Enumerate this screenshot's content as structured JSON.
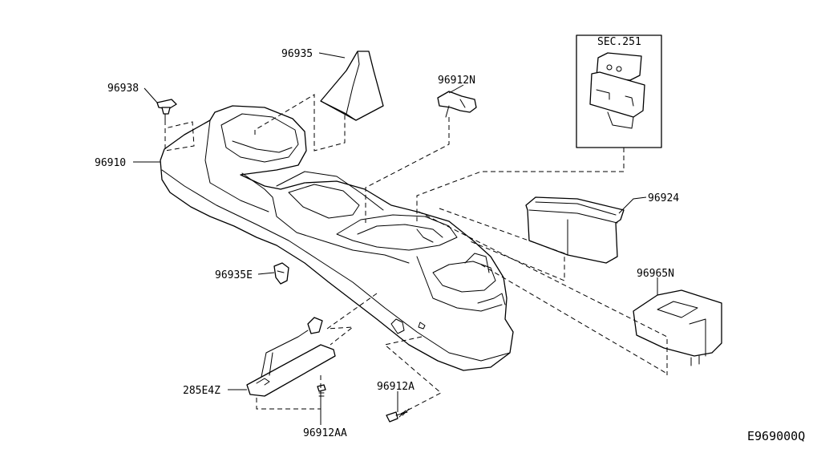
{
  "diagram": {
    "parts": [
      {
        "id": "p96935",
        "label": "96935"
      },
      {
        "id": "p96938",
        "label": "96938"
      },
      {
        "id": "p96912N",
        "label": "96912N"
      },
      {
        "id": "pSEC251",
        "label": "SEC.251"
      },
      {
        "id": "p96910",
        "label": "96910"
      },
      {
        "id": "p96924",
        "label": "96924"
      },
      {
        "id": "p96965N",
        "label": "96965N"
      },
      {
        "id": "p96935E",
        "label": "96935E"
      },
      {
        "id": "p285E4Z",
        "label": "285E4Z"
      },
      {
        "id": "p96912A",
        "label": "96912A"
      },
      {
        "id": "p96912AA",
        "label": "96912AA"
      }
    ],
    "drawing_code": "E969000Q"
  }
}
